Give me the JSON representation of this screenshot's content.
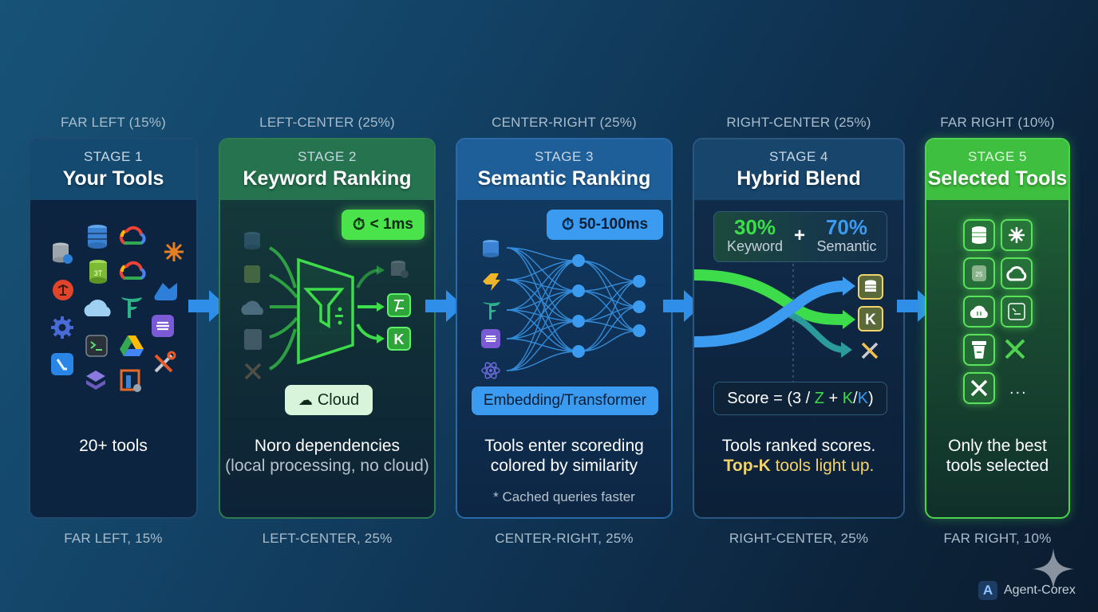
{
  "stages": [
    {
      "position_top": "FAR LEFT (15%)",
      "position_bottom": "FAR LEFT, 15%",
      "stage_label": "STAGE 1",
      "title": "Your Tools",
      "description": "20+ tools",
      "icons": [
        "database-network-icon",
        "database-icon",
        "google-cloud-icon",
        "zapier-icon",
        "scale-icon",
        "database-3t-icon",
        "google-cloud-icon",
        "cluster-icon",
        "cloud-icon",
        "flask-f-icon",
        "azure-icon",
        "gear-icon",
        "linear-icon",
        "terminal-icon",
        "google-drive-icon",
        "wrench-screwdriver-icon",
        "jira-icon",
        "stack-icon",
        "settings-box-icon"
      ]
    },
    {
      "position_top": "LEFT-CENTER (25%)",
      "position_bottom": "LEFT-CENTER, 25%",
      "stage_label": "STAGE 2",
      "title": "Keyword Ranking",
      "timing": "< 1ms",
      "badge": "Cloud",
      "description": "Noro dependencies",
      "description_sub": "(local processing, no cloud)"
    },
    {
      "position_top": "CENTER-RIGHT (25%)",
      "position_bottom": "CENTER-RIGHT, 25%",
      "stage_label": "STAGE 3",
      "title": "Semantic Ranking",
      "timing": "50-100ms",
      "badge": "Embedding/Transformer",
      "description": "Tools enter scoreding colored by similarity",
      "note": "* Cached queries faster"
    },
    {
      "position_top": "RIGHT-CENTER (25%)",
      "position_bottom": "RIGHT-CENTER, 25%",
      "stage_label": "STAGE 4",
      "title": "Hybrid Blend",
      "keyword_pct": "30%",
      "keyword_label": "Keyword",
      "plus": "+",
      "semantic_pct": "70%",
      "semantic_label": "Semantic",
      "formula_prefix": "Score = (3 / ",
      "formula_z": "Z",
      "formula_plus": " + ",
      "formula_k1": "K",
      "formula_slash": "/",
      "formula_k2": "K",
      "formula_suffix": ")",
      "description": "Tools ranked scores.",
      "highlight_bold": "Top-K",
      "highlight_rest": " tools light up."
    },
    {
      "position_top": "FAR RIGHT (10%)",
      "position_bottom": "FAR RIGHT, 10%",
      "stage_label": "STAGE 5",
      "title": "Selected Tools",
      "description": "Only the best tools selected",
      "more": "..."
    }
  ],
  "watermark": {
    "logo": "A",
    "text": "Agent-Corex"
  },
  "colors": {
    "keyword_green": "#3ddc4a",
    "semantic_blue": "#3a9bf0",
    "highlight_gold": "#f2d36b",
    "arrow_blue": "#2f8fe8"
  }
}
